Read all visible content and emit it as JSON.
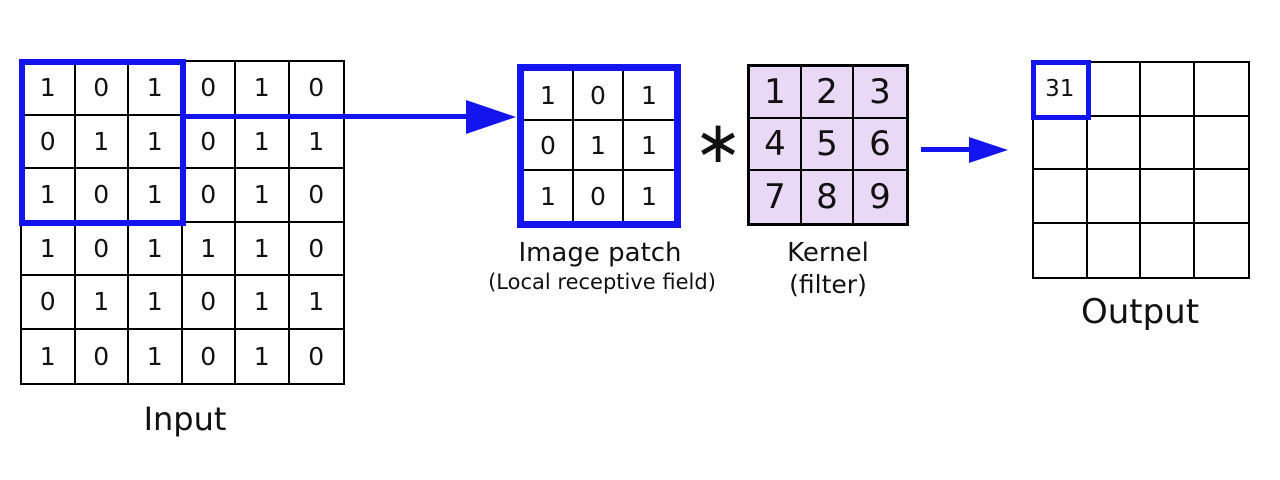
{
  "input": {
    "label": "Input",
    "grid": [
      [
        1,
        0,
        1,
        0,
        1,
        0
      ],
      [
        0,
        1,
        1,
        0,
        1,
        1
      ],
      [
        1,
        0,
        1,
        0,
        1,
        0
      ],
      [
        1,
        0,
        1,
        1,
        1,
        0
      ],
      [
        0,
        1,
        1,
        0,
        1,
        1
      ],
      [
        1,
        0,
        1,
        0,
        1,
        0
      ]
    ]
  },
  "patch": {
    "label": "Image patch",
    "sublabel": "(Local receptive field)",
    "grid": [
      [
        1,
        0,
        1
      ],
      [
        0,
        1,
        1
      ],
      [
        1,
        0,
        1
      ]
    ]
  },
  "operator": {
    "symbol": "∗"
  },
  "kernel": {
    "label": "Kernel",
    "sublabel": "(filter)",
    "grid": [
      [
        1,
        2,
        3
      ],
      [
        4,
        5,
        6
      ],
      [
        7,
        8,
        9
      ]
    ]
  },
  "output": {
    "label": "Output",
    "grid": [
      [
        "31",
        "",
        "",
        ""
      ],
      [
        "",
        "",
        "",
        ""
      ],
      [
        "",
        "",
        "",
        ""
      ],
      [
        "",
        "",
        "",
        ""
      ]
    ]
  },
  "colors": {
    "highlight_blue": "#1414ee",
    "kernel_background": "#e9d9f6",
    "grid_line": "#000000"
  }
}
